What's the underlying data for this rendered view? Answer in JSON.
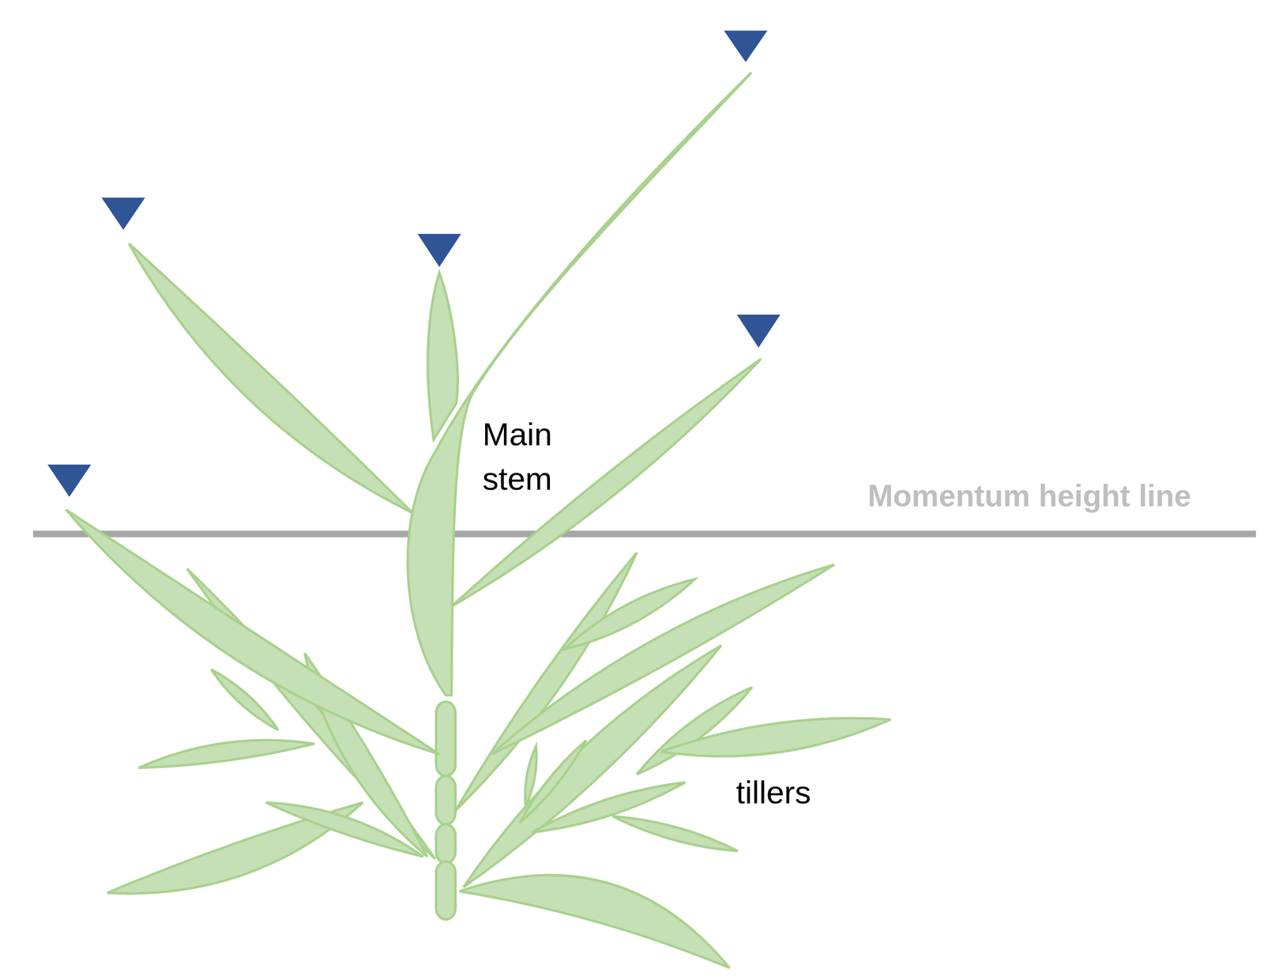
{
  "diagram": {
    "labels": [
      "Main stem",
      "Momentum height line",
      "tillers"
    ]
  }
}
